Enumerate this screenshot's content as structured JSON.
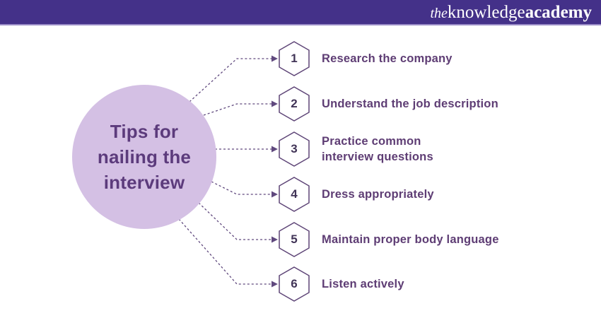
{
  "header": {
    "logo_the": "the",
    "logo_knowledge": "knowledge",
    "logo_academy": "academy"
  },
  "circle": {
    "lines": [
      "Tips for",
      "nailing the",
      "interview"
    ]
  },
  "items": [
    {
      "number": "1",
      "label": "Research the company"
    },
    {
      "number": "2",
      "label": "Understand the job description"
    },
    {
      "number": "3",
      "label": "Practice common\ninterview questions"
    },
    {
      "number": "4",
      "label": "Dress appropriately"
    },
    {
      "number": "5",
      "label": "Maintain proper body language"
    },
    {
      "number": "6",
      "label": "Listen actively"
    }
  ],
  "colors": {
    "header_bg": "#443189",
    "header_border": "#9a8cc6",
    "circle_fill": "#d4c0e4",
    "circle_text": "#5c3b7c",
    "hexagon_stroke": "#5e4577",
    "hexagon_fill": "#ffffff",
    "number_text": "#413457",
    "label_text": "#5e3d74",
    "connector": "#60497e",
    "logo_text": "#ffffff"
  }
}
